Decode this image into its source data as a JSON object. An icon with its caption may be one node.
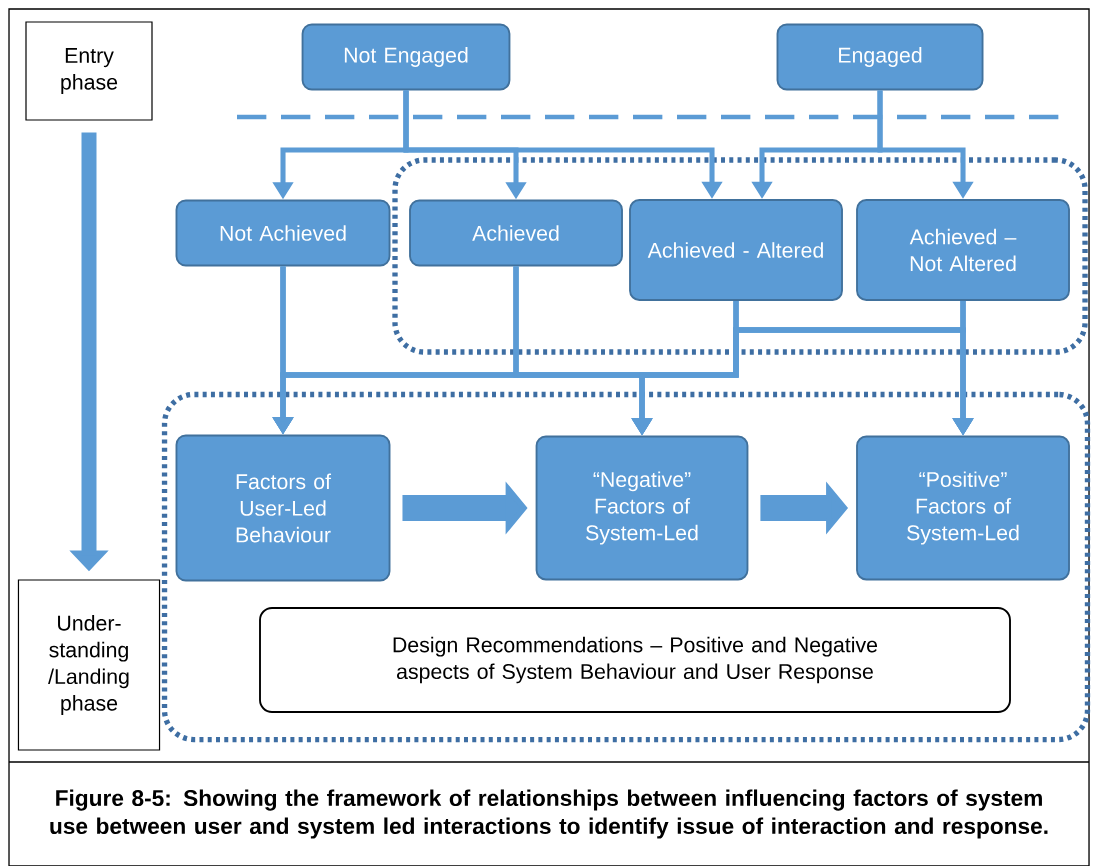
{
  "diagram": {
    "caption": "Figure 8-5: Showing the framework of relationships between influencing factors of system use between user and system led interactions to identify issue of interaction and response.",
    "nodes": [
      {
        "text": [
          "Entry phase"
        ]
      },
      {
        "text": [
          "Under- standing /Landing phase"
        ]
      },
      {
        "text": [
          "Not Engaged"
        ]
      },
      {
        "text": [
          "Engaged"
        ]
      },
      {
        "text": [
          "Not Achieved"
        ]
      },
      {
        "text": [],
        "shape": "box"
      },
      {
        "text": [
          "Achieved"
        ],
        "in": 5
      },
      {
        "text": [
          "Achieved - Altered"
        ],
        "in": 5
      },
      {
        "text": [
          "Achieved – Not Altered"
        ],
        "in": 5
      },
      {
        "text": [],
        "shape": "box"
      },
      {
        "text": [
          "Factors of User-Led Behaviour"
        ],
        "in": 9
      },
      {
        "text": [
          "“Negative” Factors of System-Led"
        ],
        "in": 9
      },
      {
        "text": [
          "“Positive” Factors of System-Led"
        ],
        "in": 9
      },
      {
        "text": [
          "Design Recommendations – Positive and Negative aspects of System Behaviour and User Response"
        ],
        "in": 9
      }
    ],
    "edges": [
      {
        "from": 0,
        "to": 1,
        "arrow": "to",
        "style": "thick"
      },
      {
        "from": 2,
        "to": 4,
        "arrow": "to"
      },
      {
        "from": 2,
        "to": 6,
        "arrow": "to"
      },
      {
        "from": 2,
        "to": 7,
        "arrow": "to"
      },
      {
        "from": 3,
        "to": 7,
        "arrow": "to"
      },
      {
        "from": 3,
        "to": 8,
        "arrow": "to"
      },
      {
        "from": 4,
        "to": 10,
        "arrow": "to"
      },
      {
        "from": 4,
        "to": 11,
        "arrow": "to"
      },
      {
        "from": 4,
        "to": 12,
        "arrow": "to"
      },
      {
        "from": 6,
        "to": 10,
        "arrow": "to"
      },
      {
        "from": 6,
        "to": 11,
        "arrow": "to"
      },
      {
        "from": 6,
        "to": 12,
        "arrow": "to"
      },
      {
        "from": 7,
        "to": 10,
        "arrow": "to"
      },
      {
        "from": 7,
        "to": 11,
        "arrow": "to"
      },
      {
        "from": 7,
        "to": 12,
        "arrow": "to"
      },
      {
        "from": 8,
        "to": 10,
        "arrow": "to"
      },
      {
        "from": 8,
        "to": 11,
        "arrow": "to"
      },
      {
        "from": 8,
        "to": 12,
        "arrow": "to"
      },
      {
        "from": 10,
        "to": 11,
        "arrow": "to",
        "style": "thick"
      },
      {
        "from": 11,
        "to": 12,
        "arrow": "to",
        "style": "thick"
      }
    ]
  }
}
